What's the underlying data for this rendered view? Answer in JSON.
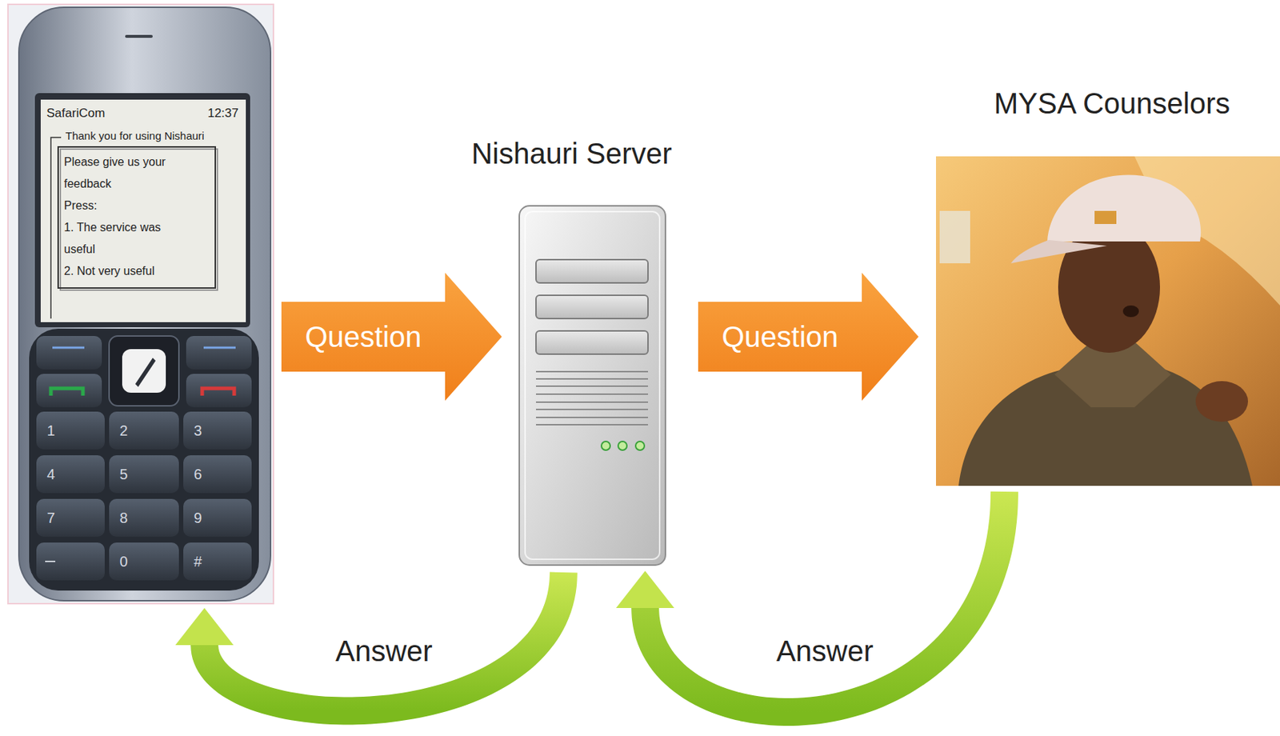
{
  "diagram": {
    "nodes": [
      {
        "text": [
          "SafariCom",
          "12:37",
          "Thank you for using Nishauri",
          "Please give us your feedback",
          "Press:",
          "1. The service was useful",
          "2. Not very useful"
        ]
      },
      {
        "text": [
          "Nishauri Server"
        ]
      },
      {
        "text": [
          "MYSA Counselors"
        ]
      }
    ],
    "edges": [
      {
        "from": 0,
        "to": 1,
        "label": "Question",
        "arrow": "to"
      },
      {
        "from": 1,
        "to": 2,
        "label": "Question",
        "arrow": "to"
      },
      {
        "from": 2,
        "to": 1,
        "label": "Answer",
        "arrow": "to"
      },
      {
        "from": 1,
        "to": 0,
        "label": "Answer",
        "arrow": "to"
      }
    ],
    "labels": [
      "1",
      "2",
      "3",
      "4",
      "5",
      "6",
      "7",
      "8",
      "9",
      "0",
      "#"
    ]
  }
}
